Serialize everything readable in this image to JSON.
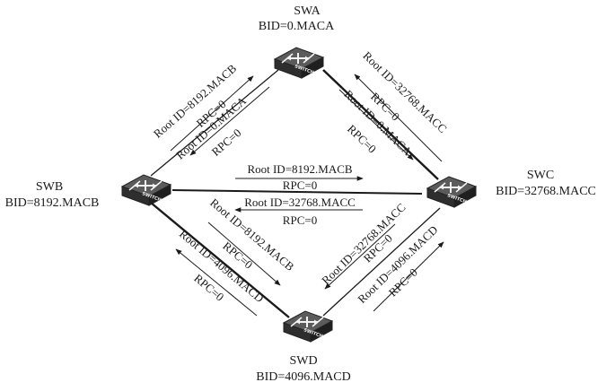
{
  "switches": {
    "swa": {
      "name": "SWA",
      "bid": "BID=0.MACA",
      "icon_label": "SWITCH"
    },
    "swb": {
      "name": "SWB",
      "bid": "BID=8192.MACB",
      "icon_label": "SWITCH"
    },
    "swc": {
      "name": "SWC",
      "bid": "BID=32768.MACC",
      "icon_label": "SWITCH"
    },
    "swd": {
      "name": "SWD",
      "bid": "BID=4096.MACD",
      "icon_label": "SWITCH"
    }
  },
  "messages": {
    "ba_root": "Root ID=8192.MACB",
    "ba_rpc": "RPC=0",
    "ab_root": "Root ID=0.MACA",
    "ab_rpc": "RPC=0",
    "ca_root": "Root ID=32768.MACC",
    "ca_rpc": "RPC=0",
    "ac_root": "Root ID=0.MACA",
    "ac_rpc": "RPC=0",
    "bc_root": "Root ID=8192.MACB",
    "bc_rpc": "RPC=0",
    "cb_root": "Root ID=32768.MACC",
    "cb_rpc": "RPC=0",
    "bd_root": "Root ID=8192.MACB",
    "bd_rpc": "RPC=0",
    "db_root": "Root ID=4096.MACD",
    "db_rpc": "RPC=0",
    "cd_root": "Root ID=32768.MACC",
    "cd_rpc": "RPC=0",
    "dc_root": "Root ID=4096.MACD",
    "dc_rpc": "RPC=0"
  }
}
